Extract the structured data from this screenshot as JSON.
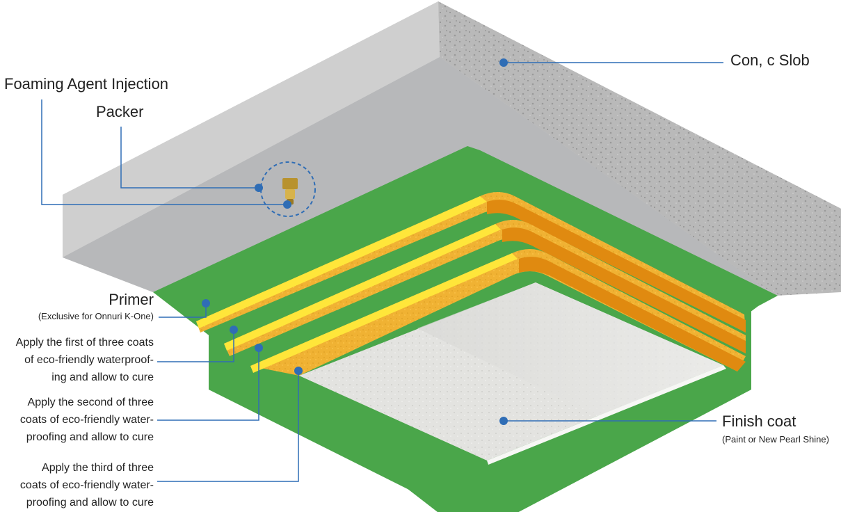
{
  "labels": {
    "concrete_slab": "Con, c Slob",
    "foaming_agent": "Foaming Agent Injection",
    "packer": "Packer",
    "primer": "Primer",
    "primer_note": "(Exclusive for Onnuri K-One)",
    "coat1": [
      "Apply the first of three coats",
      "of eco-friendly waterproof-",
      "ing and allow to cure"
    ],
    "coat2": [
      "Apply the second of three",
      "coats of eco-friendly water-",
      "proofing and allow to cure"
    ],
    "coat3": [
      "Apply the third of three",
      "coats of eco-friendly water-",
      "proofing and allow to cure"
    ],
    "finish": "Finish coat",
    "finish_note": "(Paint or New Pearl Shine)"
  },
  "colors": {
    "leader": "#2f6db5",
    "primer": "#4aa64a",
    "coat": "#f2b630",
    "coat_edge": "#ffe63a",
    "coat_side": "#e08a10",
    "slab_top": "#c9c9c9",
    "slab_bottom": "#b7b8ba",
    "finish": "#e6e6e2"
  }
}
